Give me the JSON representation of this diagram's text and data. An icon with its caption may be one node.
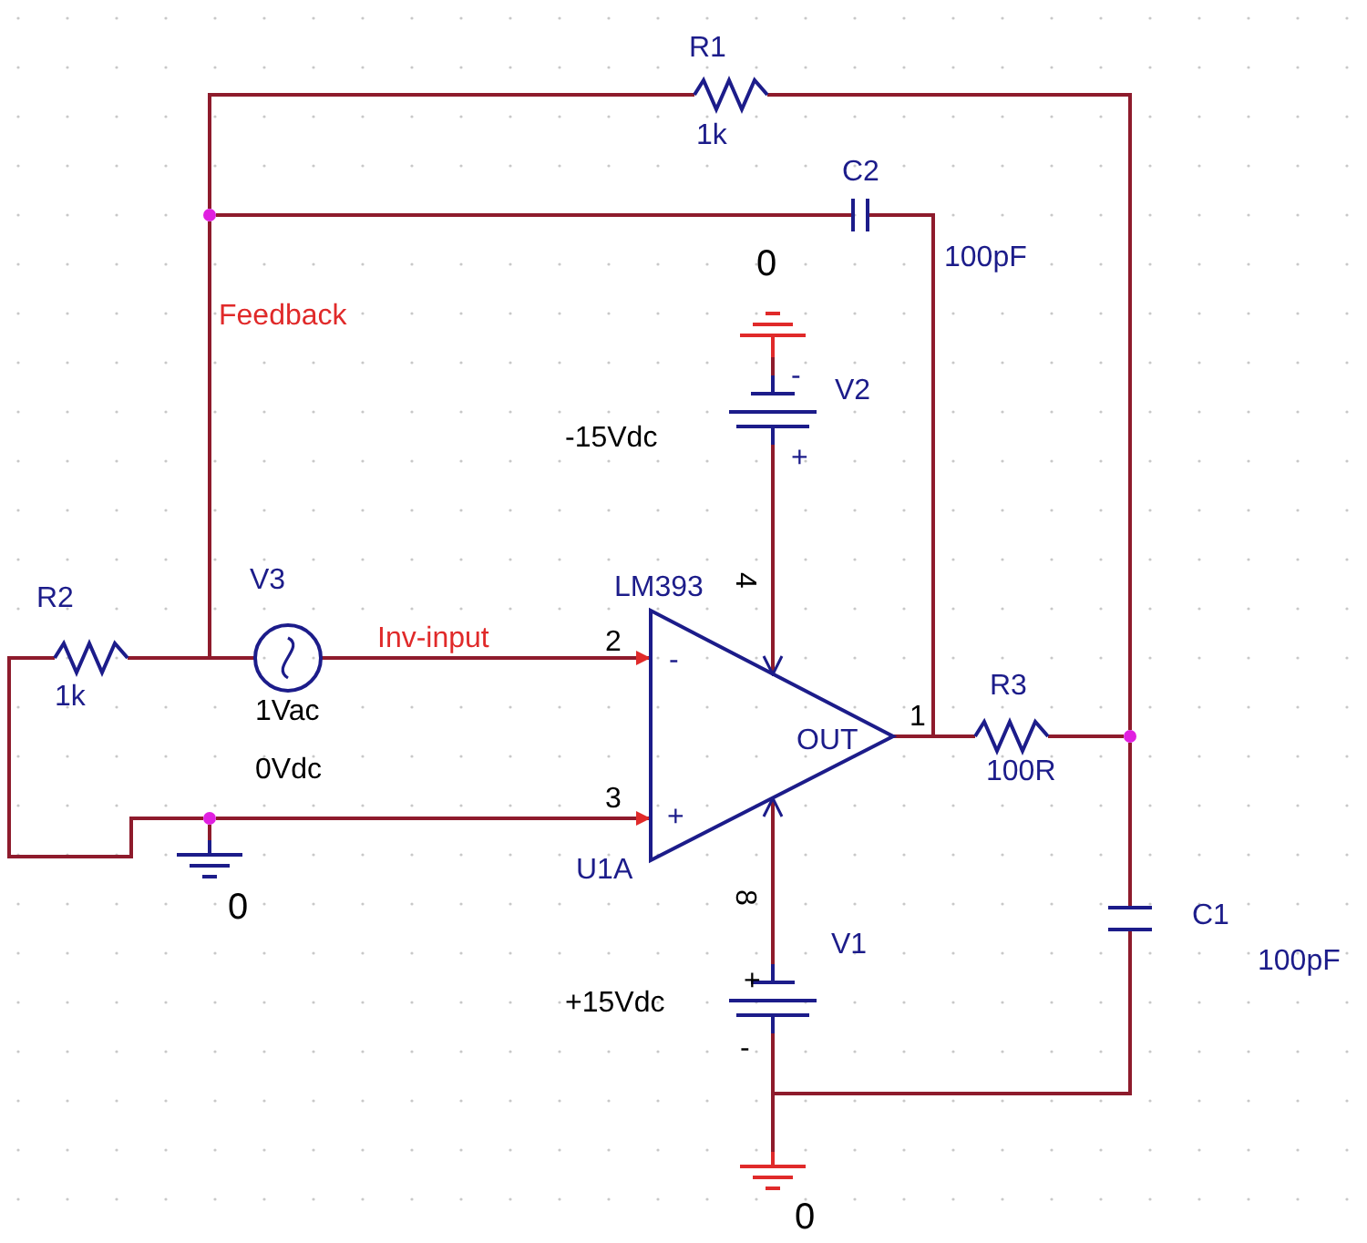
{
  "diagram": {
    "nodes": [
      {
        "text": [
          "R1",
          "1k"
        ]
      },
      {
        "text": [
          "C2",
          "100pF"
        ]
      },
      {
        "text": [
          "0"
        ]
      },
      {
        "text": [
          "-",
          "V2",
          "-15Vdc",
          "+"
        ]
      },
      {
        "text": [
          "R2",
          "1k"
        ]
      },
      {
        "text": [
          "V3",
          "1Vac",
          "0Vdc"
        ]
      },
      {
        "text": [
          "LM393",
          "-",
          "OUT",
          "+",
          "U1A"
        ]
      },
      {
        "text": [
          "R3",
          "100R"
        ]
      },
      {
        "text": [
          "0"
        ]
      },
      {
        "text": [
          "C1",
          "100pF"
        ]
      },
      {
        "text": [
          "V1",
          "+",
          "+15Vdc",
          "-"
        ]
      },
      {
        "text": [
          "0"
        ]
      },
      {
        "text": [],
        "shape": "circle"
      },
      {
        "text": [],
        "shape": "circle"
      },
      {
        "text": [],
        "shape": "circle"
      }
    ],
    "edges": [
      {
        "from": 0,
        "to": 12,
        "arrow": "none"
      },
      {
        "from": 12,
        "to": 1,
        "arrow": "none"
      },
      {
        "from": 4,
        "to": 5,
        "arrow": "none"
      },
      {
        "from": 12,
        "to": 5,
        "arrow": "none"
      },
      {
        "from": 5,
        "to": 6,
        "arrow": "to"
      },
      {
        "from": 4,
        "to": 13,
        "arrow": "none"
      },
      {
        "from": 13,
        "to": 8,
        "arrow": "none"
      },
      {
        "from": 13,
        "to": 6,
        "arrow": "to"
      },
      {
        "from": 1,
        "to": 6,
        "arrow": "none"
      },
      {
        "from": 6,
        "to": 7,
        "arrow": "none"
      },
      {
        "from": 7,
        "to": 14,
        "arrow": "none"
      },
      {
        "from": 0,
        "to": 14,
        "arrow": "none"
      },
      {
        "from": 14,
        "to": 9,
        "arrow": "none"
      },
      {
        "from": 9,
        "to": 10,
        "arrow": "none"
      },
      {
        "from": 10,
        "to": 11,
        "arrow": "none"
      },
      {
        "from": 2,
        "to": 3,
        "arrow": "none"
      },
      {
        "from": 3,
        "to": 6,
        "arrow": "to"
      },
      {
        "from": 10,
        "to": 6,
        "arrow": "to"
      }
    ],
    "labels": [
      "Feedback",
      "4",
      "Inv-input",
      "2",
      "1",
      "3",
      "8"
    ]
  }
}
